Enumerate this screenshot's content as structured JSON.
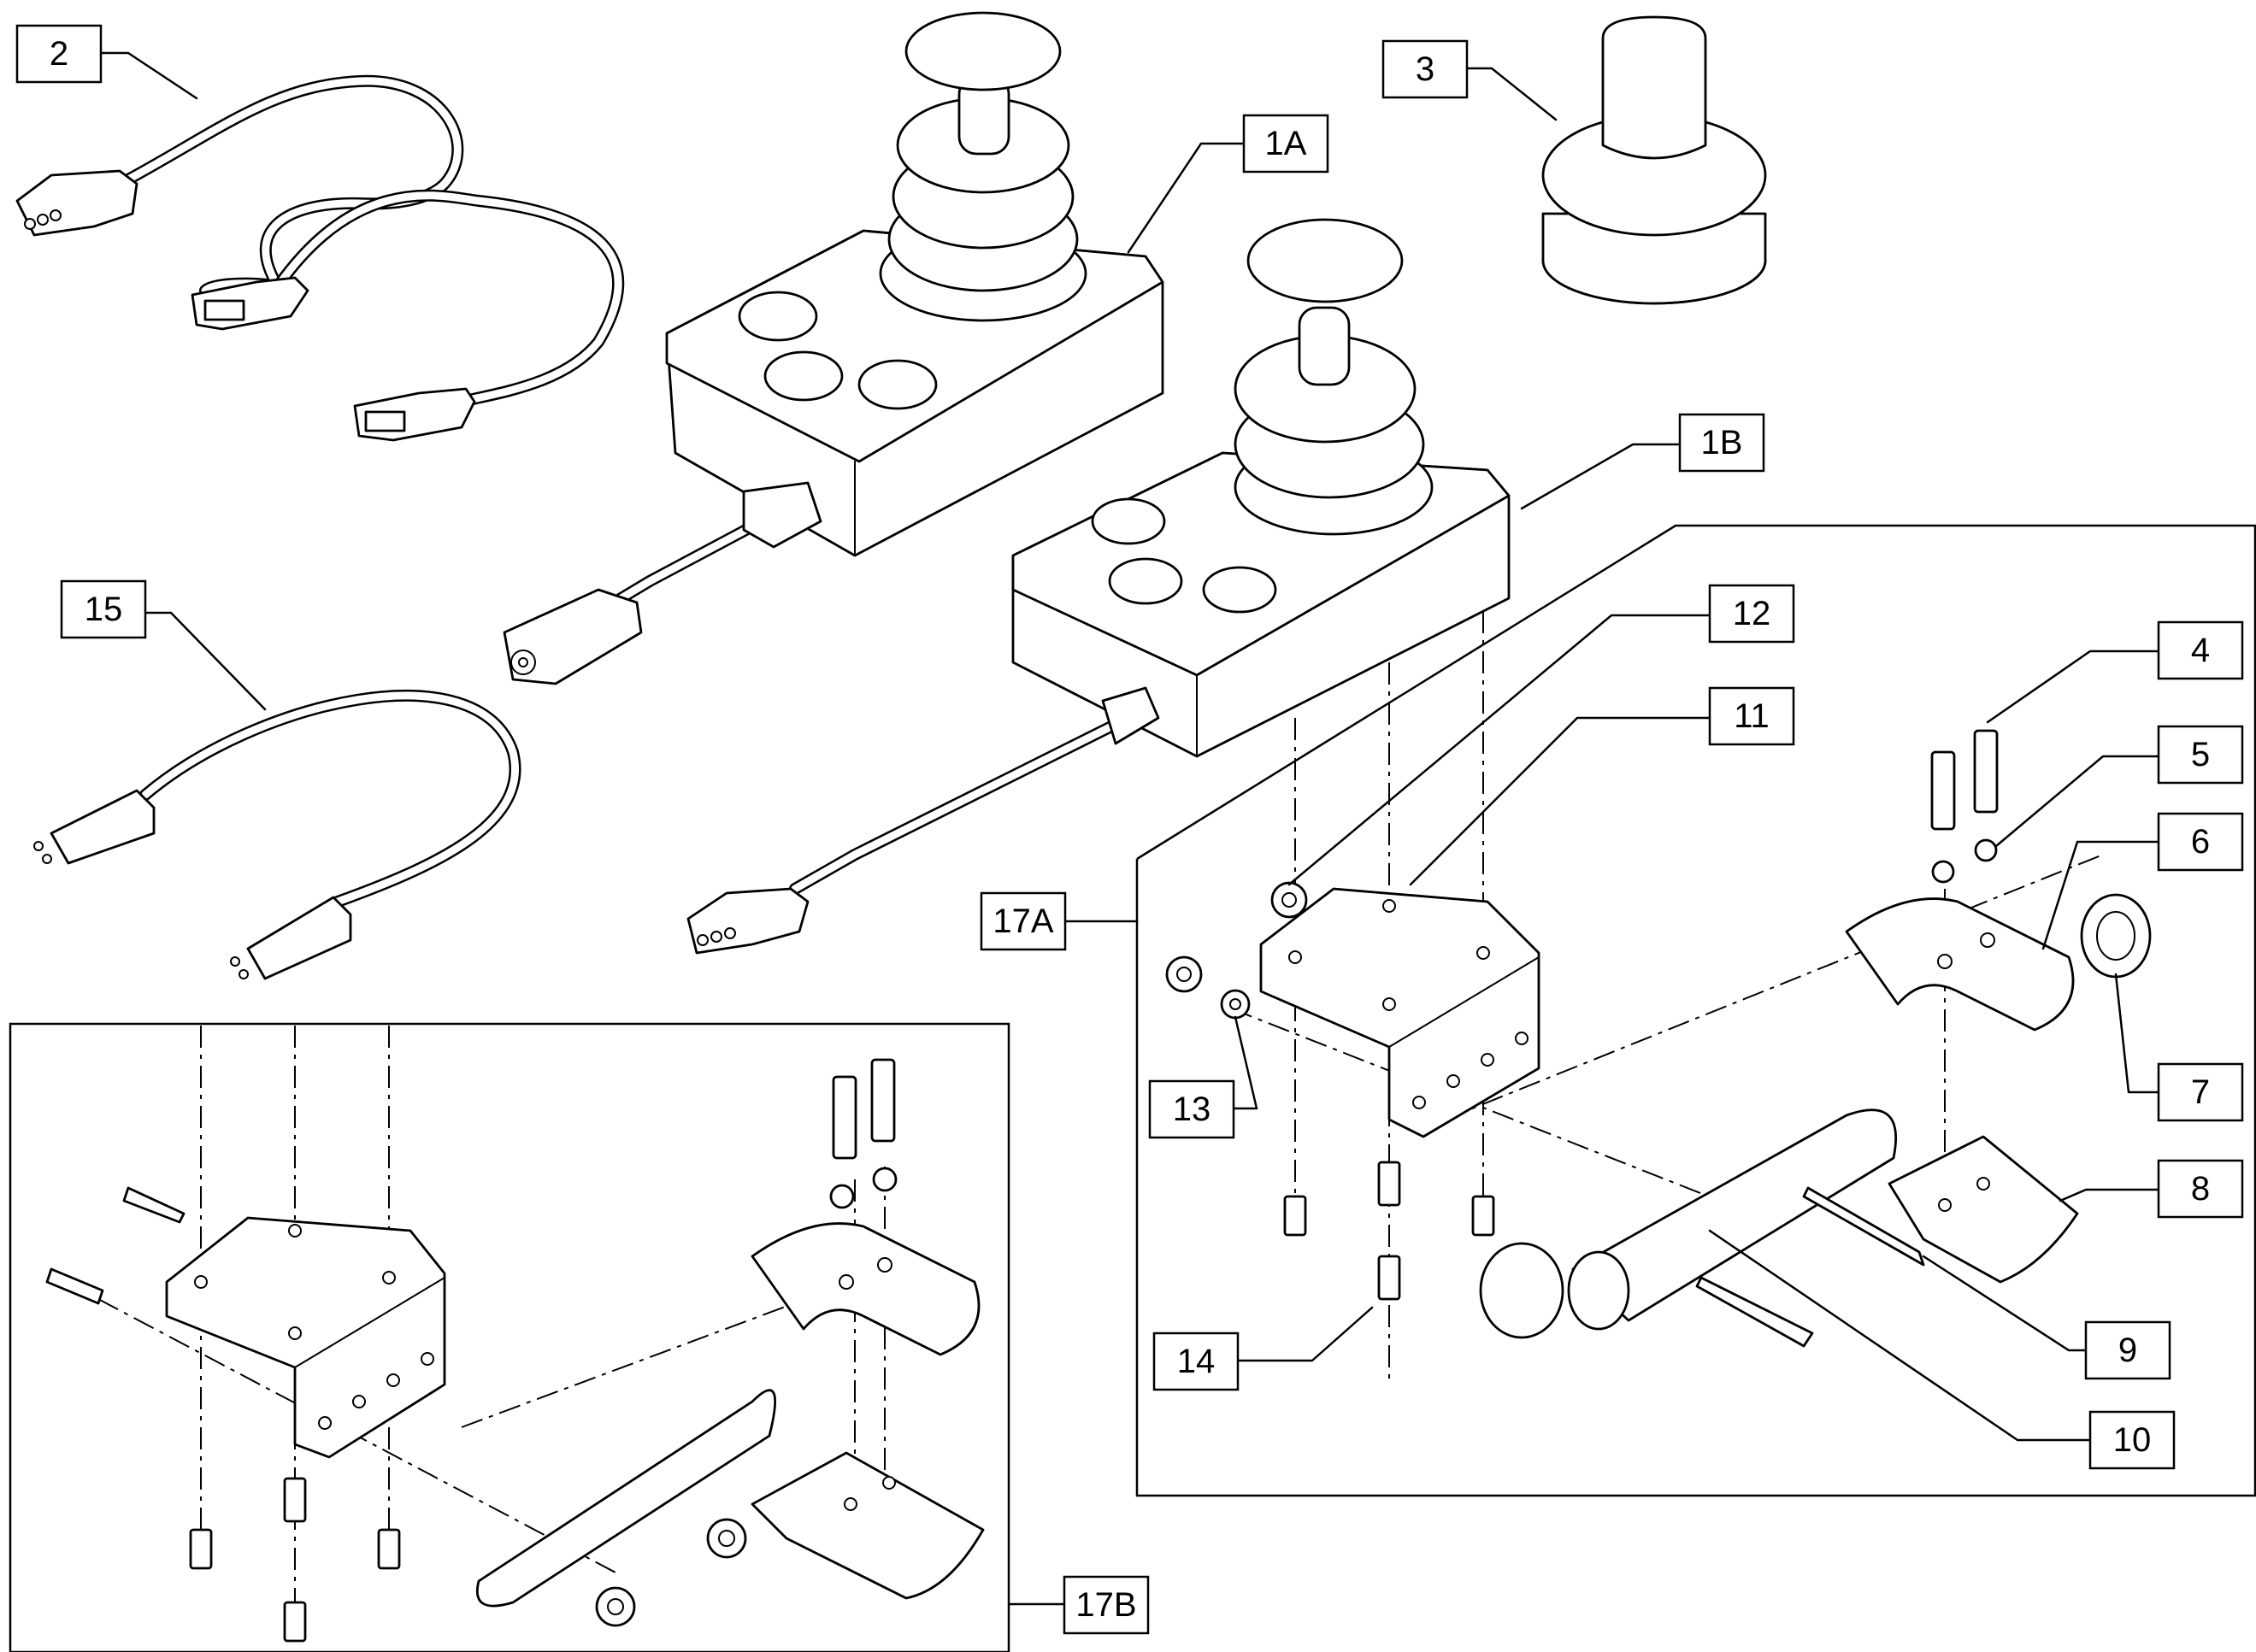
{
  "labels": {
    "l_2": "2",
    "l_3": "3",
    "l_1a": "1A",
    "l_1b": "1B",
    "l_15": "15",
    "l_12": "12",
    "l_11": "11",
    "l_4": "4",
    "l_5": "5",
    "l_6": "6",
    "l_7": "7",
    "l_8": "8",
    "l_9": "9",
    "l_10": "10",
    "l_13": "13",
    "l_14": "14",
    "l_17a": "17A",
    "l_17b": "17B"
  },
  "colors": {
    "ink": "#000000",
    "paper": "#ffffff"
  },
  "icons": [
    "joystick-icon",
    "cable-icon",
    "bracket-icon",
    "screw-icon",
    "nut-icon",
    "washer-icon",
    "clamp-icon",
    "tube-icon",
    "end-cap-icon"
  ]
}
